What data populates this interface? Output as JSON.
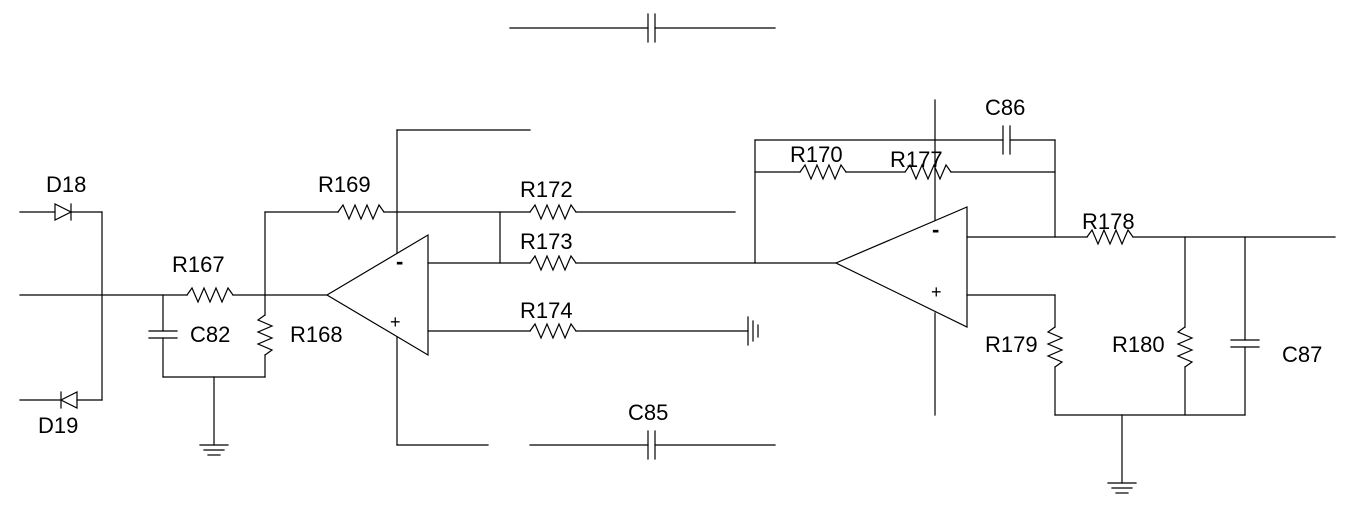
{
  "colors": {
    "wire": "#000000",
    "background": "#ffffff"
  },
  "labels": {
    "d18": "D18",
    "d19": "D19",
    "r167": "R167",
    "c82": "C82",
    "r168": "R168",
    "r169": "R169",
    "r172": "R172",
    "r173": "R173",
    "r174": "R174",
    "c85": "C85",
    "c86": "C86",
    "r170": "R170",
    "r177": "R177",
    "r178": "R178",
    "r179": "R179",
    "r180": "R180",
    "c87": "C87"
  },
  "opamps": {
    "u1": {
      "inverting": "-",
      "noninverting": "+"
    },
    "u2": {
      "inverting": "-",
      "noninverting": "+"
    }
  }
}
